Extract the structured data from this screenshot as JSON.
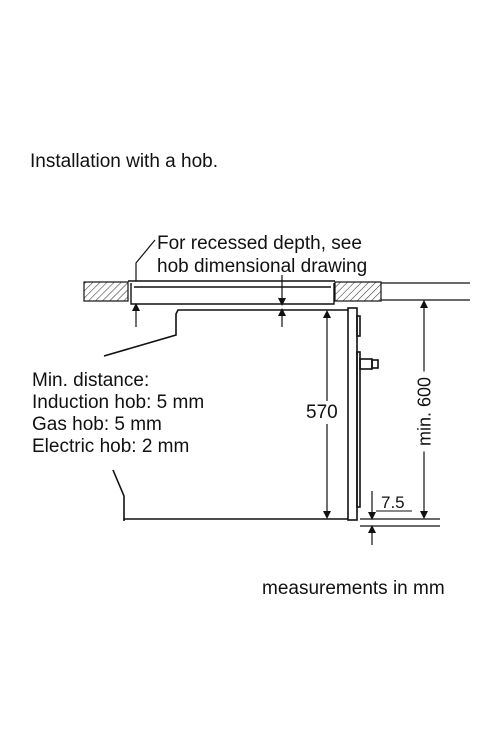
{
  "title": "Installation with a hob.",
  "recess_note": {
    "line1": "For recessed depth, see",
    "line2": "hob dimensional drawing"
  },
  "min_distance": {
    "heading": "Min. distance:",
    "induction": "Induction hob: 5 mm",
    "gas": "Gas hob: 5 mm",
    "electric": "Electric hob: 2 mm"
  },
  "dimensions": {
    "oven_height": "570",
    "bottom_offset": "7.5",
    "min_niche_height": "min. 600"
  },
  "footer": "measurements in mm"
}
